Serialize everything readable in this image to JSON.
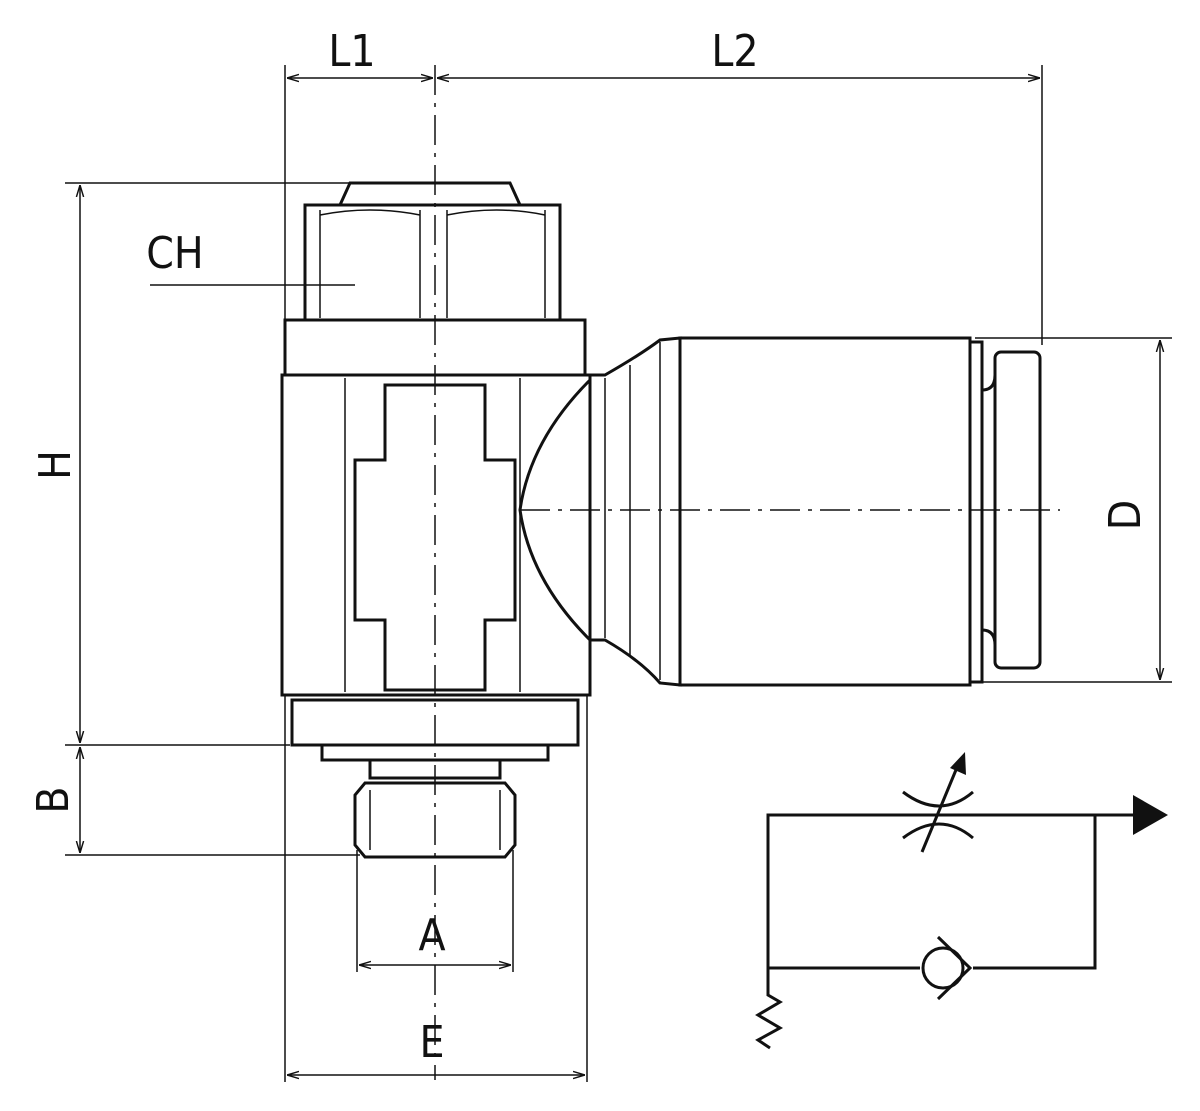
{
  "title": "Flow regulator fitting - dimension drawing",
  "dimensions": {
    "l1": "L1",
    "l2": "L2",
    "ch": "CH",
    "h": "H",
    "d": "D",
    "b": "B",
    "a": "A",
    "e": "E"
  },
  "symbol": {
    "name": "flow-control-check-valve-symbol"
  }
}
